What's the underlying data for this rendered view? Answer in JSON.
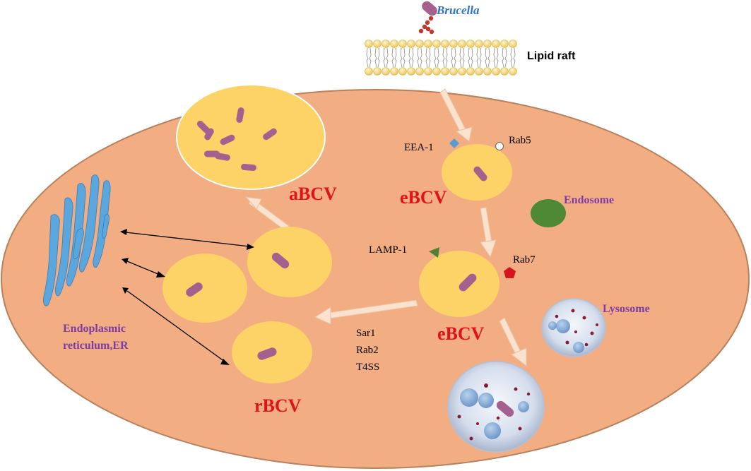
{
  "labels": {
    "brucella": "Brucella",
    "lipid_raft": "Lipid raft",
    "eea1": "EEA-1",
    "rab5": "Rab5",
    "ebcv_top": "eBCV",
    "endosome": "Endosome",
    "abcv": "aBCV",
    "lamp1": "LAMP-1",
    "rab7": "Rab7",
    "ebcv_mid": "eBCV",
    "lysosome": "Lysosome",
    "er_line1": "Endoplasmic",
    "er_line2": "reticulum,ER",
    "sar1": "Sar1",
    "rab2": "Rab2",
    "t4ss": "T4SS",
    "rbcv": "rBCV"
  },
  "colors": {
    "cell_fill": "#F2AE82",
    "cell_stroke": "#B7815E",
    "vacuole_fill": "#FDD266",
    "bacterium": "#A4608E",
    "phase_label": "#E0121A",
    "organelle_label": "#7E3BA6",
    "brucella_label": "#2E74C6",
    "endosome": "#4E8A35",
    "lysosome": "#DCE4F2",
    "er": "#5AA6DD",
    "arrow_light": "#FBE2CE",
    "lamp1_marker": "#4F8133",
    "rab7_marker": "#D7141C",
    "eea1_marker": "#5B9BD5",
    "rab5_marker": "#FFFFFF"
  }
}
